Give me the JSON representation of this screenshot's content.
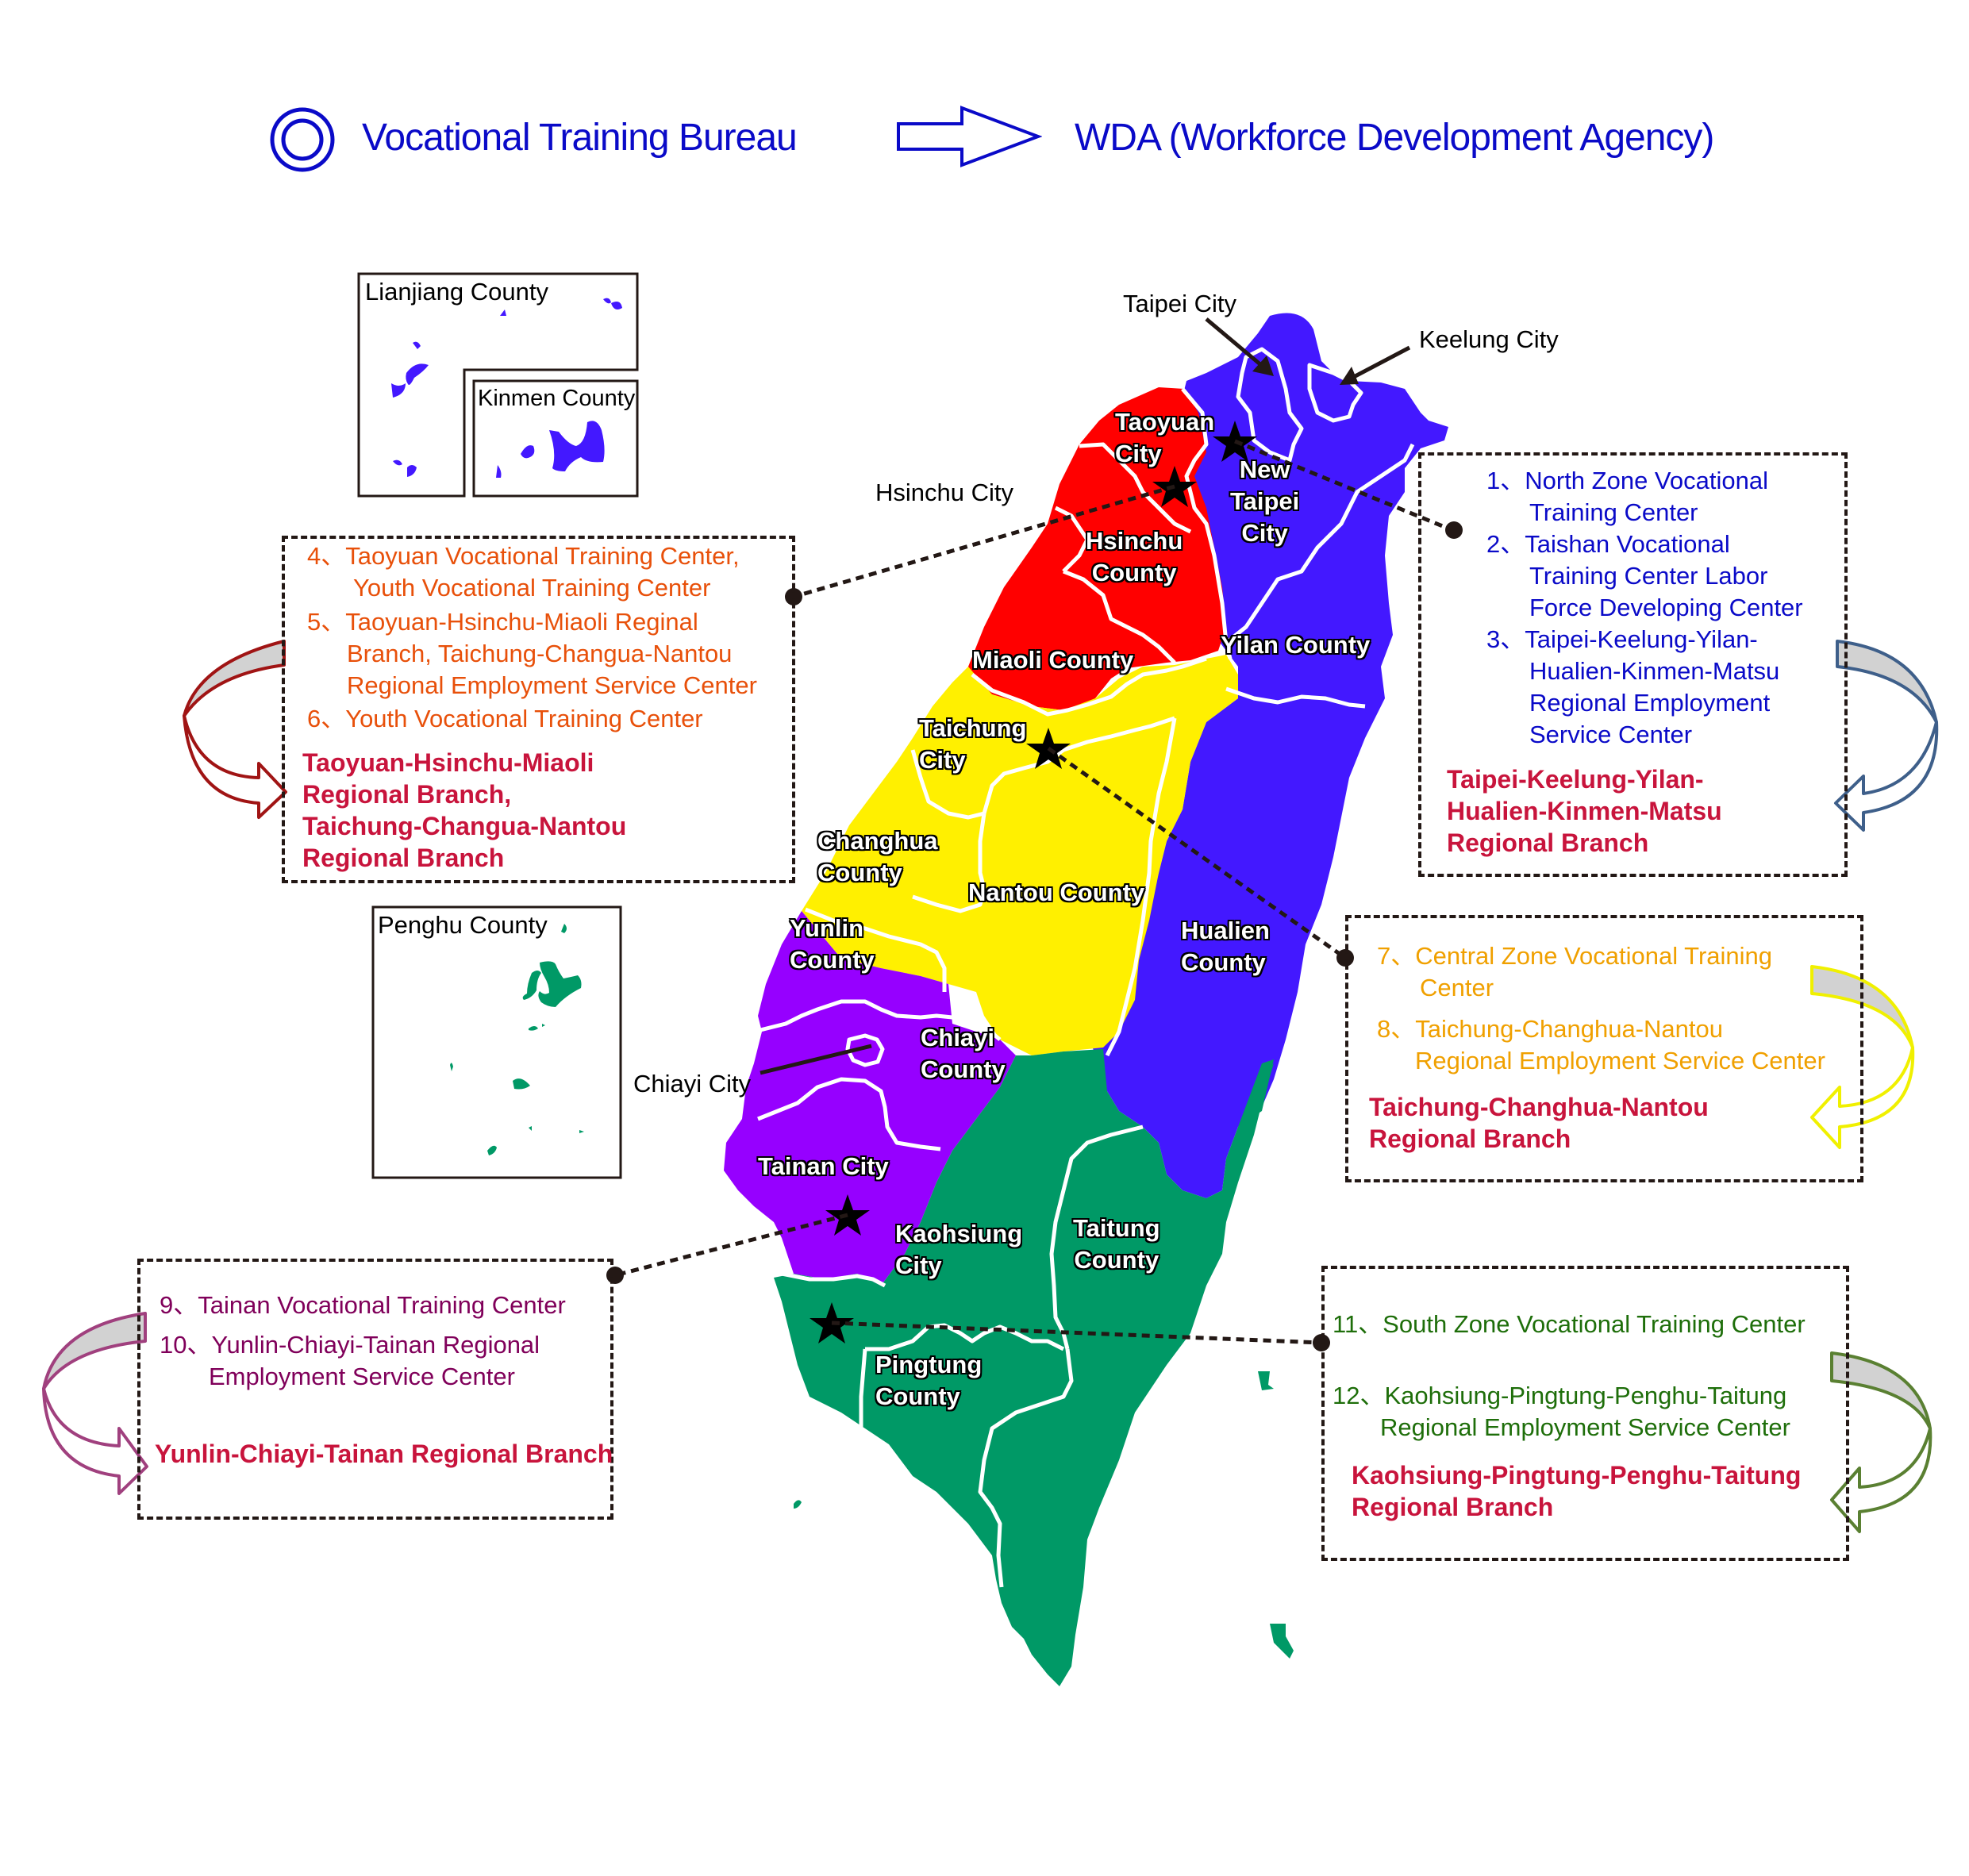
{
  "legend": {
    "from_label": "Vocational Training Bureau",
    "to_label": "WDA (Workforce Development Agency)",
    "from_icon": "double-circle-icon",
    "arrow_icon": "outline-right-arrow-icon",
    "color": "#0a0ac8"
  },
  "insets": {
    "lianjiang": "Lianjiang County",
    "kinmen": "Kinmen County",
    "penghu": "Penghu County"
  },
  "regions": {
    "taoyuan_city": [
      "Taoyuan",
      "City"
    ],
    "new_taipei_city": [
      "New",
      "Taipei",
      "City"
    ],
    "hsinchu_county": [
      "Hsinchu",
      "County"
    ],
    "miaoli_county": "Miaoli County",
    "yilan_county": "Yilan County",
    "taichung_city": [
      "Taichung",
      "City"
    ],
    "changhua_county": [
      "Changhua",
      "County"
    ],
    "nantou_county": "Nantou County",
    "hualien_county": [
      "Hualien",
      "County"
    ],
    "yunlin_county": [
      "Yunlin",
      "County"
    ],
    "chiayi_county": [
      "Chiayi",
      "County"
    ],
    "tainan_city": "Tainan City",
    "kaohsiung_city": [
      "Kaohsiung",
      "City"
    ],
    "taitung_county": [
      "Taitung",
      "County"
    ],
    "pingtung_county": [
      "Pingtung",
      "County"
    ]
  },
  "callouts": {
    "taipei_city": "Taipei City",
    "keelung_city": "Keelung City",
    "hsinchu_city": "Hsinchu City",
    "chiayi_city": "Chiayi City"
  },
  "zone_colors": {
    "north": "#4318ff",
    "taoyuan_hsinchu_miaoli": "#ff0000",
    "central": "#fff000",
    "yunlin_chiayi_tainan": "#9600ff",
    "south": "#009966"
  },
  "boxes": {
    "north": {
      "text_color": "#0a0ac8",
      "arrow_color": "#3e5f8a",
      "items": [
        [
          "1、North Zone Vocational",
          "Training Center"
        ],
        [
          "2、Taishan Vocational",
          "Training Center Labor",
          "Force Developing Center"
        ],
        [
          "3、Taipei-Keelung-Yilan-",
          "Hualien-Kinmen-Matsu",
          "Regional Employment",
          "Service Center"
        ]
      ],
      "branch": [
        "Taipei-Keelung-Yilan-",
        "Hualien-Kinmen-Matsu",
        "Regional Branch"
      ]
    },
    "taoyuan": {
      "text_color": "#e8500a",
      "arrow_color": "#a01414",
      "items": [
        [
          "4、Taoyuan Vocational Training Center,",
          "Youth Vocational Training Center"
        ],
        [
          "5、Taoyuan-Hsinchu-Miaoli Reginal",
          "Branch, Taichung-Changua-Nantou",
          "Regional Employment Service Center"
        ],
        [
          "6、Youth Vocational Training Center"
        ]
      ],
      "branch": [
        "Taoyuan-Hsinchu-Miaoli",
        "Regional Branch,",
        "Taichung-Changua-Nantou",
        "Regional Branch"
      ]
    },
    "central": {
      "text_color": "#f0a000",
      "arrow_color": "#f0f000",
      "items": [
        [
          "7、Central Zone Vocational Training",
          "Center"
        ],
        [
          "8、Taichung-Changhua-Nantou",
          "Regional Employment Service Center"
        ]
      ],
      "branch": [
        "Taichung-Changhua-Nantou",
        "Regional Branch"
      ]
    },
    "tainan": {
      "text_color": "#80005a",
      "arrow_color": "#a0407e",
      "items": [
        [
          "9、Tainan Vocational Training Center"
        ],
        [
          "10、Yunlin-Chiayi-Tainan Regional",
          "Employment Service Center"
        ]
      ],
      "branch": [
        "Yunlin-Chiayi-Tainan Regional Branch"
      ]
    },
    "south": {
      "text_color": "#1e6e0a",
      "arrow_color": "#5a8032",
      "items": [
        [
          "11、South Zone Vocational Training Center"
        ],
        [
          "12、Kaohsiung-Pingtung-Penghu-Taitung",
          "Regional Employment Service Center"
        ]
      ],
      "branch": [
        "Kaohsiung-Pingtung-Penghu-Taitung",
        "Regional Branch"
      ]
    }
  },
  "branch_color": "#c8143c"
}
